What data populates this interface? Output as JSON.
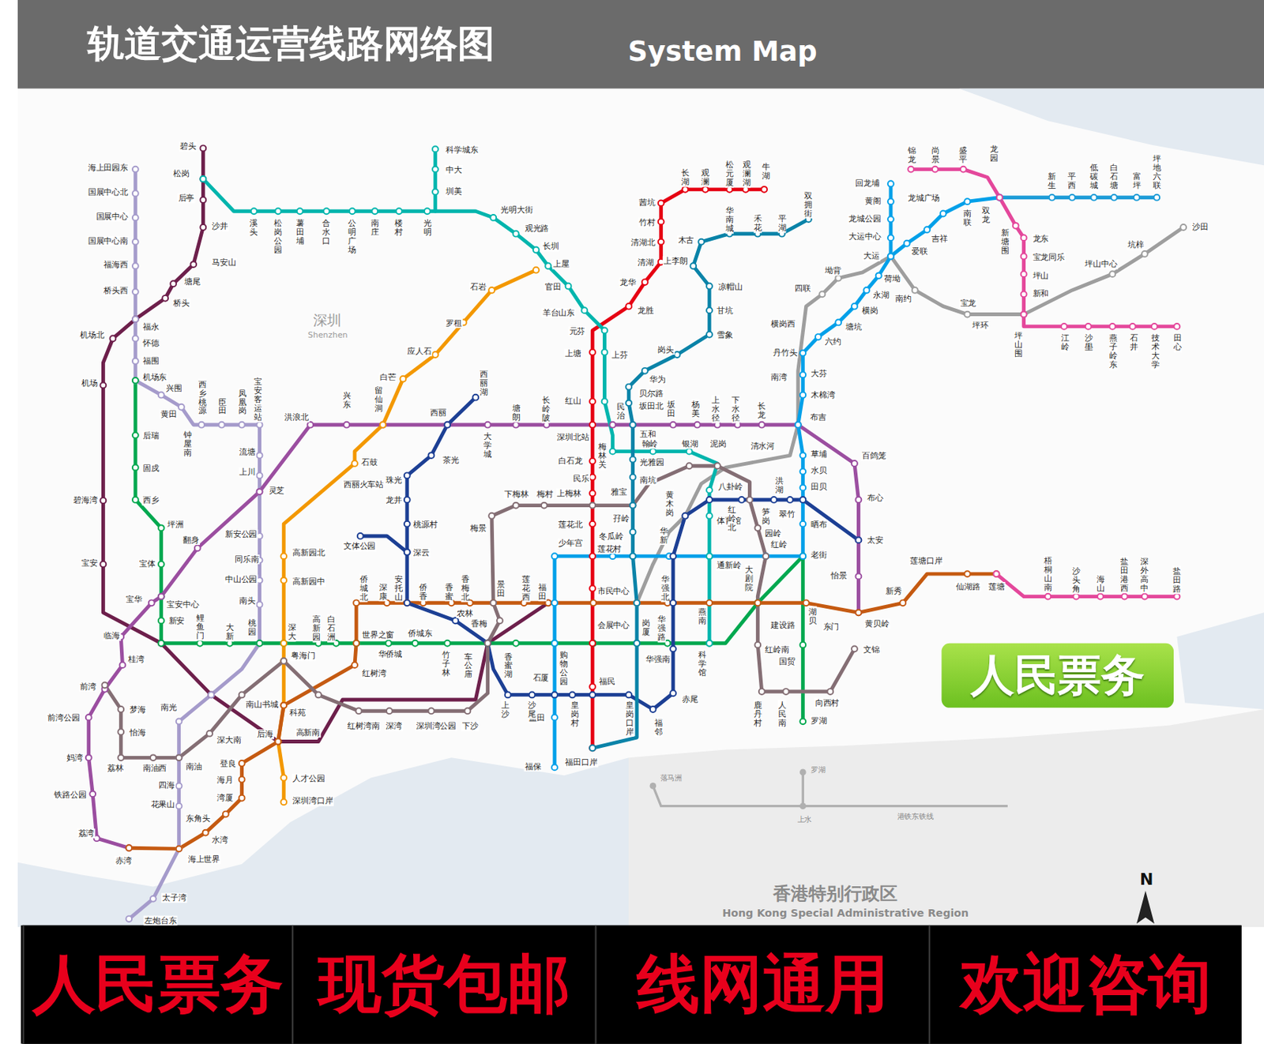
{
  "diagram": {
    "title": "轨道交通运营线路网络图",
    "nodes": [
      {
        "text": [
          "人民票务"
        ]
      },
      {
        "text": [
          "人民票务"
        ]
      },
      {
        "text": [
          "现货包邮"
        ]
      },
      {
        "text": [
          "线网通用"
        ]
      },
      {
        "text": [
          "欢迎咨询"
        ]
      }
    ],
    "labels": [
      "System Map",
      "深圳",
      "Shenzhen",
      "碧头",
      "松岗",
      "后亭",
      "沙井",
      "马安山",
      "塘尾",
      "桥头",
      "机场北",
      "机场",
      "碧海湾",
      "宝安",
      "海上田园东",
      "国展中心北",
      "国展中心",
      "国展中心南",
      "福海西",
      "桥头西",
      "福永",
      "怀德",
      "福围",
      "机场东",
      "兴围",
      "黄田",
      "西乡桃源",
      "臣田",
      "凤凰岗",
      "宝安客运站",
      "钟屋南",
      "流塘",
      "上川",
      "新安公园",
      "同乐南",
      "中山公园",
      "南头",
      "桃园",
      "南光",
      "南油",
      "四海",
      "花果山",
      "海上世界",
      "太子湾",
      "左炮台东",
      "后瑞",
      "固戍",
      "西乡",
      "坪洲",
      "宝体",
      "宝安中心",
      "新安",
      "鲤鱼门",
      "大新",
      "深大",
      "高新园",
      "白石洲",
      "世界之窗",
      "华侨城",
      "侨城东",
      "竹子林",
      "车公庙",
      "香蜜湖",
      "购物公园",
      "会展中心",
      "岗厦",
      "华强路",
      "科学馆",
      "大剧院",
      "老街",
      "国贸",
      "罗湖",
      "桂湾",
      "前湾",
      "梦海",
      "怡海",
      "荔林",
      "南油西",
      "前湾公园",
      "妈湾",
      "铁路公园",
      "荔湾",
      "赤湾",
      "翻身",
      "宝华",
      "临海",
      "灵芝",
      "洪浪北",
      "兴东",
      "留仙洞",
      "西丽",
      "大学城",
      "塘朗",
      "长岭陂",
      "深圳北站",
      "民治",
      "五和",
      "坂田",
      "杨美",
      "上水径",
      "下水径",
      "长龙",
      "布吉",
      "百鸽笼",
      "布心",
      "太安",
      "怡景",
      "黄贝岭",
      "石岩",
      "罗租",
      "应人石",
      "白芒",
      "石鼓",
      "西丽火车站",
      "高新园北",
      "高新园中",
      "人才公园",
      "深圳湾口岸",
      "后海",
      "科苑",
      "粤海门",
      "高新南",
      "登良",
      "海月",
      "湾厦",
      "东角头",
      "水湾",
      "红树湾",
      "侨城北",
      "深康",
      "侨香",
      "香蜜",
      "香梅北",
      "景田",
      "莲花西",
      "福田",
      "市民中心",
      "华强北",
      "燕南",
      "湖贝",
      "新秀",
      "莲塘口岸",
      "仙湖路",
      "莲塘",
      "梧桐山南",
      "沙头角",
      "海山",
      "盐田港西",
      "深外高中",
      "盐田路",
      "福保",
      "益田",
      "石厦",
      "少年宫",
      "莲花村",
      "冬瓜岭",
      "华新",
      "通新岭",
      "红岭",
      "晒布",
      "翠竹",
      "水贝",
      "草埔",
      "田贝",
      "木棉湾",
      "大芬",
      "丹竹头",
      "六约",
      "塘坑",
      "横岗",
      "永湖",
      "荷坳",
      "大运",
      "爱联",
      "吉祥",
      "龙城广场",
      "南联",
      "双龙",
      "龙园",
      "锦龙",
      "尚景",
      "盛平",
      "新生",
      "平西",
      "低碳城",
      "白石塘",
      "富坪",
      "坪地六联",
      "新塘围",
      "龙东",
      "宝龙同乐",
      "坪山",
      "新和",
      "坪山围",
      "江岭",
      "沙壆",
      "燕子岭东",
      "石井",
      "技术大学",
      "田心",
      "回龙埔",
      "黄阁",
      "龙城公园",
      "大运中心",
      "四联",
      "坳背",
      "南约",
      "宝龙",
      "坪环",
      "坪山中心",
      "坑梓",
      "沙田",
      "横岗西",
      "南湾",
      "牛湖",
      "观澜湖",
      "松元厦",
      "观澜",
      "长湖",
      "茜坑",
      "竹村",
      "清湖北",
      "清湖",
      "龙华",
      "龙胜",
      "上塘",
      "红山",
      "白石龙",
      "民乐",
      "上梅林",
      "莲花北",
      "福民",
      "福田口岸",
      "科学城东",
      "中大",
      "圳美",
      "溪头",
      "松岗公园",
      "薯田埔",
      "合水口",
      "公明广场",
      "南庄",
      "楼村",
      "光明",
      "光明大街",
      "观光路",
      "长圳",
      "上屋",
      "官田",
      "羊台山东",
      "元芬",
      "上芬",
      "梅林关",
      "翰岭",
      "银湖",
      "泥岗",
      "清水河",
      "八卦岭",
      "体育馆",
      "西丽湖",
      "茶光",
      "珠光",
      "龙井",
      "桃源村",
      "深云",
      "文体公园",
      "安托山",
      "农林",
      "上沙",
      "沙尾",
      "皇岗村",
      "皇岗口岸",
      "福邻",
      "赤尾",
      "华强南",
      "黄木岗",
      "红岭北",
      "笋岗",
      "洪湖",
      "深大南",
      "南山书城",
      "红树湾南",
      "深湾",
      "深圳湾公园",
      "下沙",
      "香梅",
      "梅景",
      "下梅林",
      "梅村",
      "孖岭",
      "雅宝",
      "园岭",
      "红岭南",
      "鹿丹村",
      "人民南",
      "向西村",
      "文锦",
      "东门",
      "建设路",
      "南坑",
      "光雅园",
      "岗头",
      "华为",
      "贝尔路",
      "坂田北",
      "雪象",
      "甘坑",
      "凉帽山",
      "上李朗",
      "木古",
      "华南城",
      "禾花",
      "平湖",
      "双拥街",
      "落马洲",
      "罗湖",
      "上水",
      "港铁东铁线",
      "香港特别行政区",
      "Hong Kong Special Administrative Region",
      "N"
    ]
  }
}
